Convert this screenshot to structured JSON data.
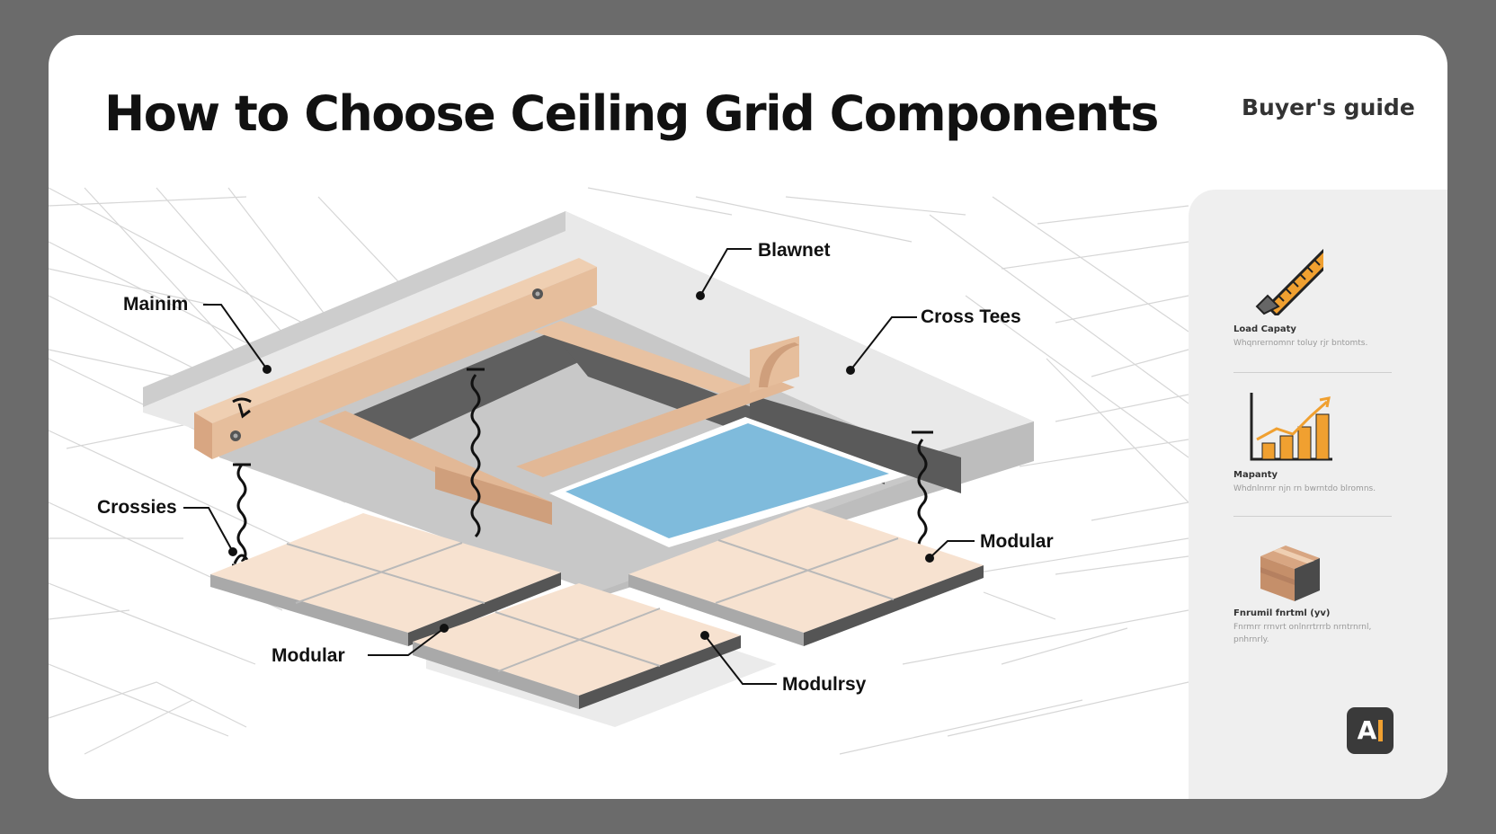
{
  "header": {
    "title": "How to Choose Ceiling Grid Components",
    "subtitle": "Buyer's guide"
  },
  "callouts": {
    "top": "Blawnet",
    "main": "Mainim",
    "cross_tees": "Cross Tees",
    "crossies": "Crossies",
    "modular_right": "Modular",
    "modular_left": "Modular",
    "modular_bottom": "Modulrsy"
  },
  "sidebar": {
    "items": [
      {
        "label": "Load Capaty",
        "desc": "Whqnrernomnr toluy rjr bntomts.",
        "icon": "ruler-icon"
      },
      {
        "label": "Mapanty",
        "desc": "Whdnlnrnr njn rn bwrntdo blromns.",
        "icon": "bar-chart-icon"
      },
      {
        "label": "Fnrumil  fnrtml (yv)",
        "desc": "Fnrmrr rrnvrt onlnrrtrrrb nrntrnrnl, pnhrnrly.",
        "icon": "box-icon"
      }
    ]
  },
  "brand": {
    "logo_text": "A"
  },
  "colors": {
    "background": "#6b6b6b",
    "card": "#ffffff",
    "beam": "#e7c0a0",
    "panel": "#f7e2d0",
    "ceiling": "#c9c9c9",
    "shadow_band": "#5f5f5f",
    "glass": "#7fbbdc",
    "accent": "#f0a030"
  }
}
